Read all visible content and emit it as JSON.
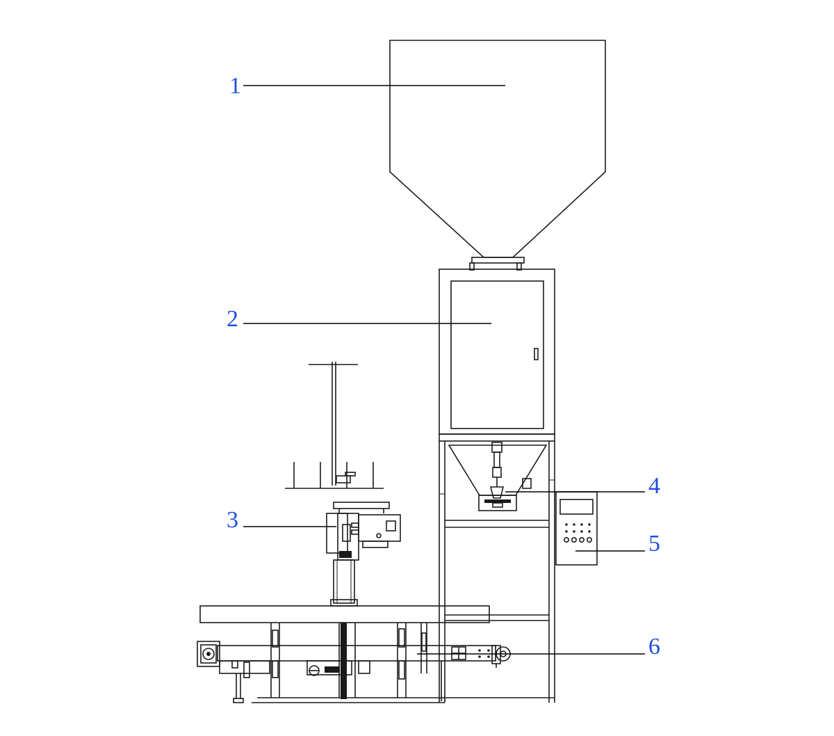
{
  "callouts": [
    {
      "id": "1",
      "label": "1"
    },
    {
      "id": "2",
      "label": "2"
    },
    {
      "id": "3",
      "label": "3"
    },
    {
      "id": "4",
      "label": "4"
    },
    {
      "id": "5",
      "label": "5"
    },
    {
      "id": "6",
      "label": "6"
    }
  ],
  "colors": {
    "callout_text": "#1f4fe0",
    "drawing_line": "#1a1a1a",
    "background": "#ffffff"
  }
}
